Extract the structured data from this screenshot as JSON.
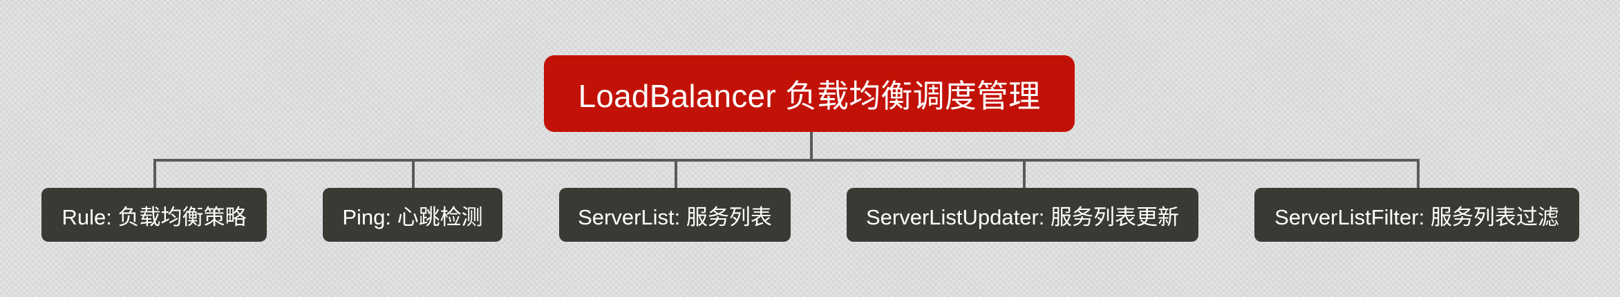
{
  "diagram": {
    "type": "mind-map / org tree",
    "colors": {
      "background": "#dedede",
      "root_fill": "#c21207",
      "child_fill": "#3a3a34",
      "text": "#ffffff",
      "connector": "#5a5a5a"
    },
    "root": {
      "label": "LoadBalancer 负载均衡调度管理"
    },
    "children": [
      {
        "label": "Rule: 负载均衡策略"
      },
      {
        "label": "Ping: 心跳检测"
      },
      {
        "label": "ServerList: 服务列表"
      },
      {
        "label": "ServerListUpdater: 服务列表更新"
      },
      {
        "label": "ServerListFilter: 服务列表过滤"
      }
    ]
  }
}
